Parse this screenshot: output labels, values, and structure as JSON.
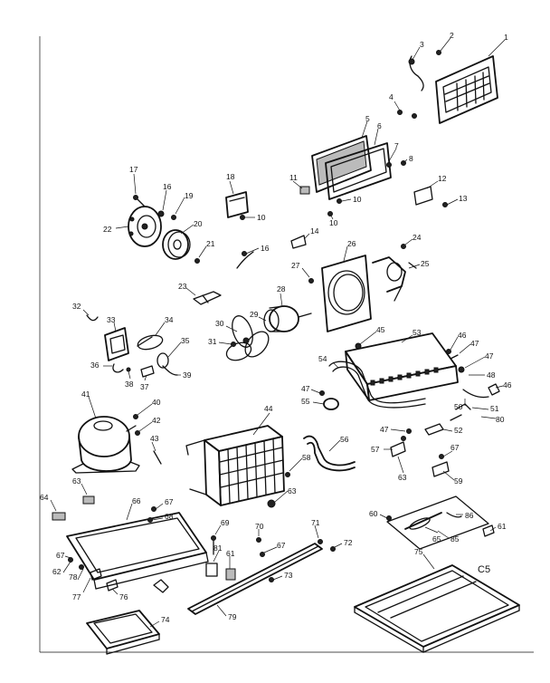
{
  "drawing_code": "C5",
  "callouts": [
    "1",
    "2",
    "3",
    "4",
    "5",
    "6",
    "7",
    "8",
    "10",
    "11",
    "12",
    "13",
    "14",
    "16",
    "17",
    "18",
    "19",
    "20",
    "21",
    "22",
    "23",
    "24",
    "25",
    "26",
    "27",
    "28",
    "29",
    "30",
    "31",
    "32",
    "33",
    "34",
    "35",
    "36",
    "37",
    "38",
    "39",
    "40",
    "41",
    "42",
    "43",
    "44",
    "45",
    "46",
    "47",
    "48",
    "50",
    "51",
    "52",
    "53",
    "54",
    "55",
    "56",
    "57",
    "58",
    "59",
    "60",
    "61",
    "62",
    "63",
    "64",
    "65",
    "66",
    "67",
    "68",
    "69",
    "70",
    "71",
    "72",
    "73",
    "74",
    "75",
    "76",
    "77",
    "78",
    "79",
    "80",
    "81",
    "85",
    "86"
  ]
}
